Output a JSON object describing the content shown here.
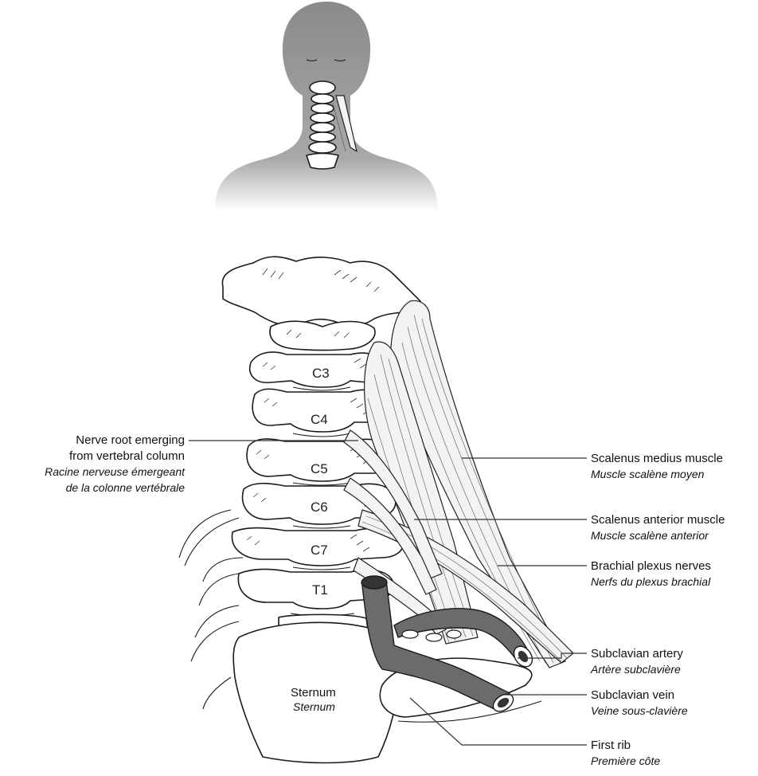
{
  "vertebrae": [
    "C3",
    "C4",
    "C5",
    "C6",
    "C7",
    "T1"
  ],
  "labels": {
    "nerve_root": {
      "en_line1": "Nerve root emerging",
      "en_line2": "from vertebral column",
      "fr_line1": "Racine nerveuse émergeant",
      "fr_line2": "de la colonne vertébrale"
    },
    "scalenus_medius": {
      "en": "Scalenus medius muscle",
      "fr": "Muscle scalène moyen"
    },
    "scalenus_anterior": {
      "en": "Scalenus anterior muscle",
      "fr": "Muscle scalène anterior"
    },
    "brachial_plexus": {
      "en": "Brachial plexus nerves",
      "fr": "Nerfs du plexus brachial"
    },
    "subclavian_artery": {
      "en": "Subclavian artery",
      "fr": "Artère subclavière"
    },
    "subclavian_vein": {
      "en": "Subclavian vein",
      "fr": "Veine sous-clavière"
    },
    "first_rib": {
      "en": "First rib",
      "fr": "Première côte"
    },
    "sternum": {
      "en": "Sternum",
      "fr": "Sternum"
    }
  },
  "colors": {
    "silhouette": "#8a8a8a",
    "vessel": "#6b6b6b",
    "line": "#1a1a1a"
  }
}
